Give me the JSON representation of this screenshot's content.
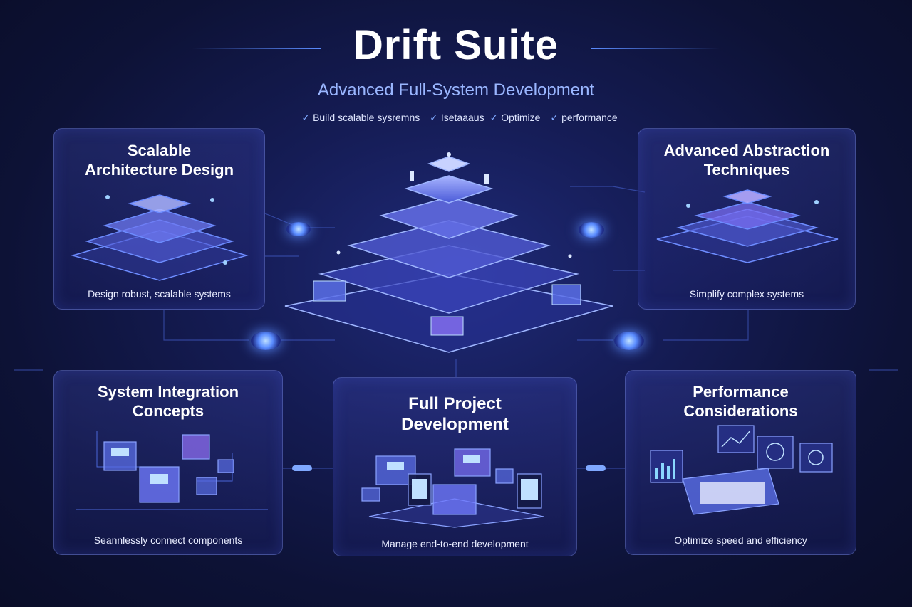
{
  "header": {
    "title": "Drift Suite",
    "subtitle": "Advanced Full-System Development",
    "tagline": [
      {
        "icon": "rocket-icon",
        "text": "Build scalable sysremns"
      },
      {
        "icon": "rocket-icon",
        "text": "Isetaaaus"
      },
      {
        "icon": "rocket-icon",
        "text": "Optimize"
      },
      {
        "icon": "rocket-icon",
        "text": "performance"
      }
    ]
  },
  "cards": {
    "scalable": {
      "title": "Scalable\nArchitecture Design",
      "desc": "Design robust, scalable systems"
    },
    "abstraction": {
      "title": "Advanced Abstraction\nTechniques",
      "desc": "Simplify complex systems"
    },
    "integration": {
      "title": "System Integration\nConcepts",
      "desc": "Seannlessly connect components"
    },
    "project": {
      "title": "Full Project\nDevelopment",
      "desc": "Manage end-to-end development"
    },
    "performance": {
      "title": "Performance\nConsiderations",
      "desc": "Optimize speed and efficiency"
    }
  },
  "colors": {
    "accent": "#5b8cff",
    "accent_light": "#9ab6ff",
    "purple": "#8a5cff",
    "background": "#0d1236"
  }
}
